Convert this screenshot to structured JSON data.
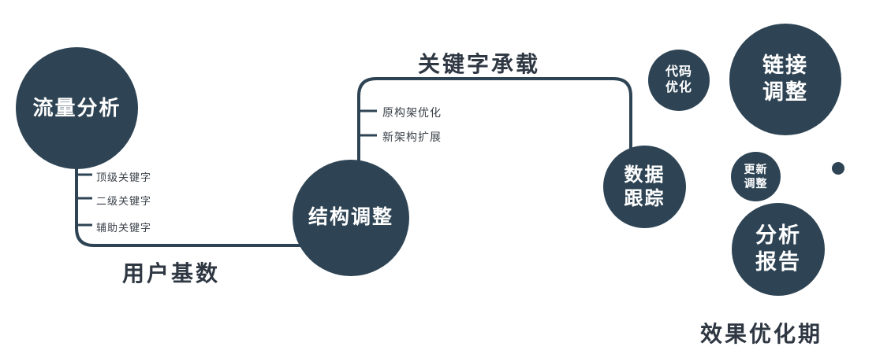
{
  "colors": {
    "primary": "#2e4454",
    "edge_label_text": "#2e3742",
    "branch_label_text": "#3a4149",
    "node_text": "#ffffff"
  },
  "nodes": {
    "traffic": {
      "label": "流量分析"
    },
    "structure": {
      "label": "结构调整"
    },
    "tracking": {
      "line1": "数据",
      "line2": "跟踪"
    },
    "code": {
      "line1": "代码",
      "line2": "优化"
    },
    "link": {
      "line1": "链接",
      "line2": "调整"
    },
    "update": {
      "line1": "更新",
      "line2": "调整"
    },
    "report": {
      "line1": "分析",
      "line2": "报告"
    }
  },
  "branches": {
    "left": [
      "顶级关键字",
      "二级关键字",
      "辅助关键字"
    ],
    "mid": [
      "原构架优化",
      "新架构扩展"
    ]
  },
  "edge_labels": {
    "top": "关键字承载",
    "bottom": "用户基数"
  },
  "footer": "效果优化期"
}
